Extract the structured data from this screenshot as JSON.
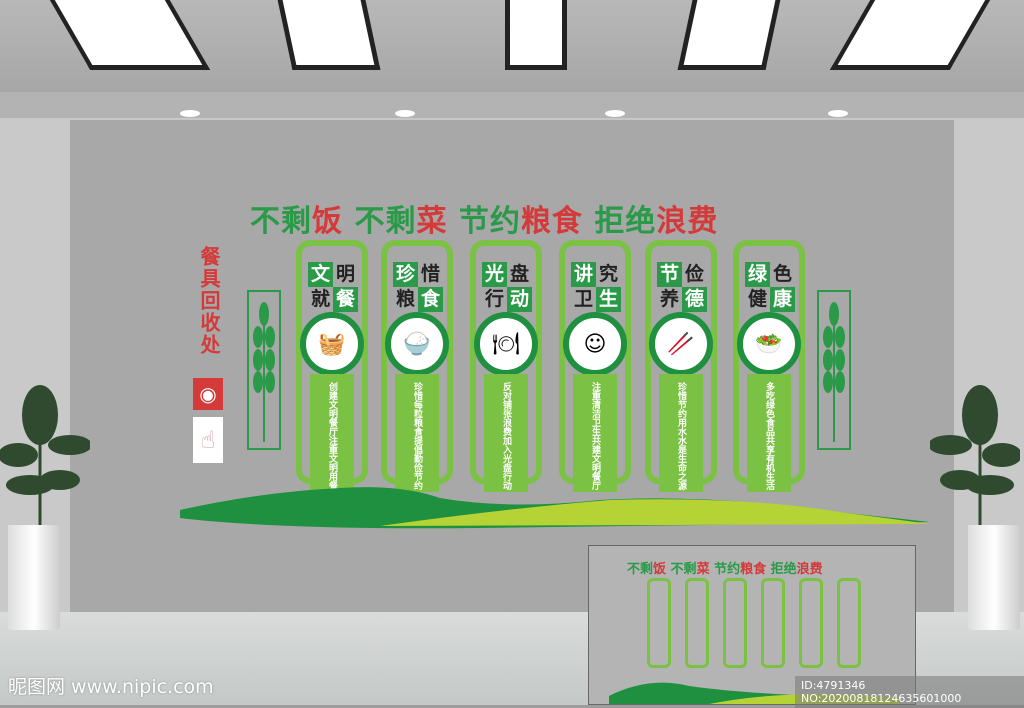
{
  "colors": {
    "green": "#2a9a48",
    "light_green": "#7bc143",
    "red": "#d43a3a"
  },
  "title": [
    {
      "t": "不剩",
      "c": "green"
    },
    {
      "t": "饭",
      "c": "red"
    },
    {
      "t": " 不剩",
      "c": "green"
    },
    {
      "t": "菜",
      "c": "red"
    },
    {
      "t": " 节约",
      "c": "green"
    },
    {
      "t": "粮食",
      "c": "red"
    },
    {
      "t": " 拒绝",
      "c": "green"
    },
    {
      "t": "浪费",
      "c": "red"
    }
  ],
  "side_label": "餐具回收处",
  "panels": [
    {
      "chars": [
        "文",
        "明",
        "就",
        "餐"
      ],
      "icon": "basket-icon",
      "glyph": "🧺",
      "lines": [
        "创建文明餐厅",
        "注重文明用餐"
      ]
    },
    {
      "chars": [
        "珍",
        "惜",
        "粮",
        "食"
      ],
      "icon": "rice-bowl-icon",
      "glyph": "🍚",
      "lines": [
        "珍惜每粒粮食",
        "提倡勤俭节约"
      ]
    },
    {
      "chars": [
        "光",
        "盘",
        "行",
        "动"
      ],
      "icon": "plate-icon",
      "glyph": "🍽",
      "lines": [
        "反对铺张浪费",
        "加入光盘行动"
      ]
    },
    {
      "chars": [
        "讲",
        "究",
        "卫",
        "生"
      ],
      "icon": "food-face-icon",
      "glyph": "☺",
      "lines": [
        "注重清洁卫生",
        "共建文明餐厅"
      ]
    },
    {
      "chars": [
        "节",
        "俭",
        "养",
        "德"
      ],
      "icon": "chopsticks-bowl-icon",
      "glyph": "🥢",
      "lines": [
        "珍惜节约用水",
        "水是生命之源"
      ]
    },
    {
      "chars": [
        "绿",
        "色",
        "健",
        "康"
      ],
      "icon": "vegetable-heart-icon",
      "glyph": "🥗",
      "lines": [
        "多吃绿色食品",
        "共享有机生活"
      ]
    }
  ],
  "watermark": "昵图网 www.nipic.com",
  "image_id": "ID:4791346 NO:20200818124635601000"
}
